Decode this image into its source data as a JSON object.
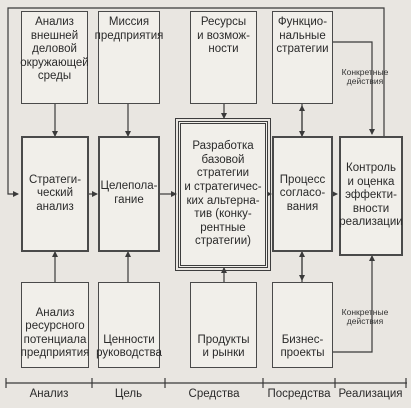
{
  "boxes": {
    "external_analysis": "Анализ\nвнешней\nделовой\nокружающей\nсреды",
    "mission": "Миссия\nпредприятия",
    "resources": "Ресурсы\nи возмож-\nности",
    "functional": "Функцио-\nнальные\nстратегии",
    "strategic_analysis": "Стратеги-\nческий\nанализ",
    "goal_setting": "Целепола-\nгание",
    "strategy_development": "Разработка\nбазовой\nстратегии\nи стратегичес-\nких альтерна-\nтив (конку-\nрентные\nстратегии)",
    "coordination": "Процесс\nсогласо-\nвания",
    "control": "Контроль\nи оценка\nэффекти-\nвности\nреализации",
    "resource_potential": "Анализ\nресурсного\nпотенциала\nпредприятия",
    "leadership_values": "Ценности\nруководства",
    "products_markets": "Продукты\nи рынки",
    "business_projects": "Бизнес-\nпроекты"
  },
  "notes": {
    "actions_top": "Конкретные\nдействия",
    "actions_bottom": "Конкретные\nдействия"
  },
  "columns": [
    "Анализ",
    "Цель",
    "Средства",
    "Посредства",
    "Реализация"
  ]
}
